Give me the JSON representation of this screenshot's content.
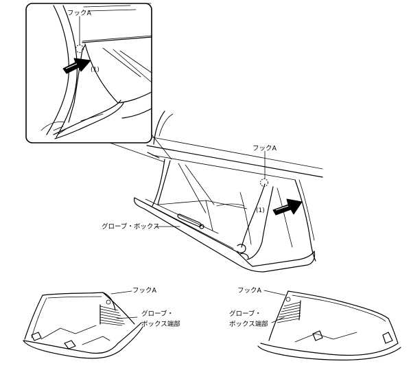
{
  "labels": {
    "hook_a": "フックA",
    "step_1": "(1)",
    "glove_box": "グローブ・ボックス",
    "glove_box_end_line1": "グローブ・",
    "glove_box_end_line2": "ボックス端部"
  }
}
